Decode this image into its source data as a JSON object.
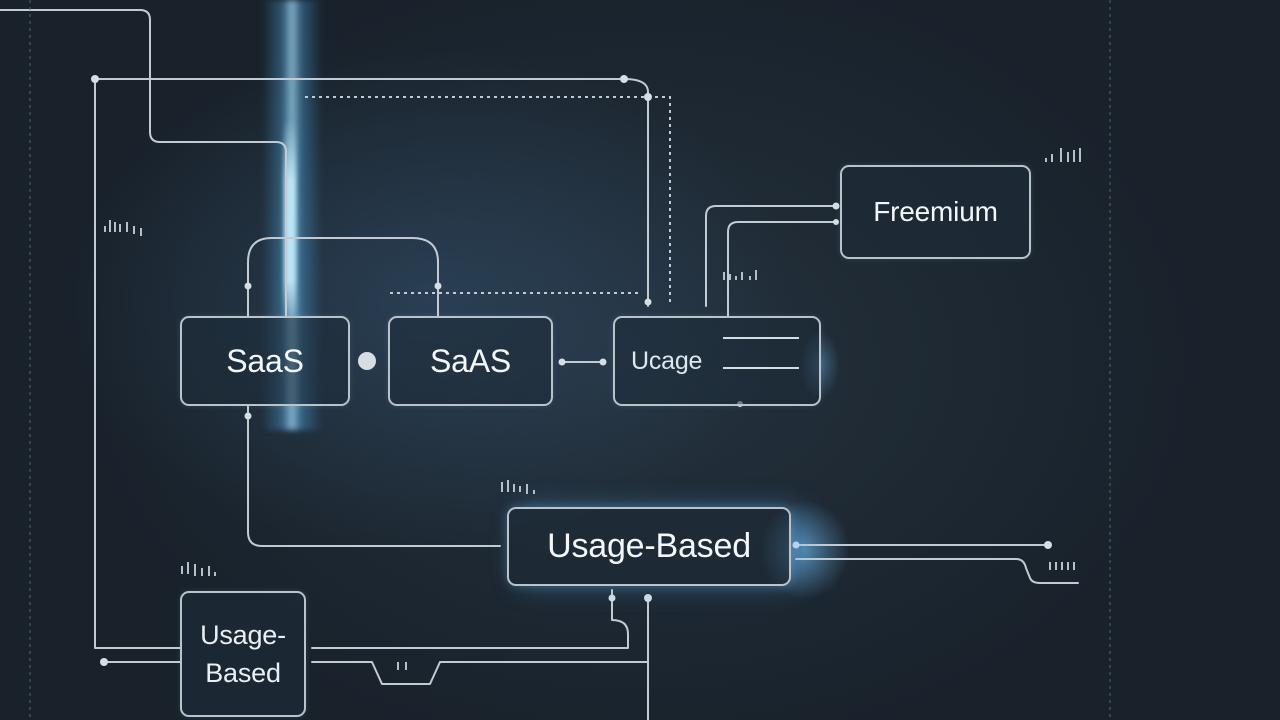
{
  "diagram": {
    "nodes": {
      "saas_1": "SaaS",
      "saas_2": "SaAS",
      "usage": "Ucage",
      "freemium": "Freemium",
      "usage_based": "Usage-Based",
      "usage_based_small_line1": "Usage-",
      "usage_based_small_line2": "Based"
    }
  },
  "colors": {
    "background": "#1b2530",
    "line": "#c2cbd3",
    "glow": "#7ec8ff"
  }
}
